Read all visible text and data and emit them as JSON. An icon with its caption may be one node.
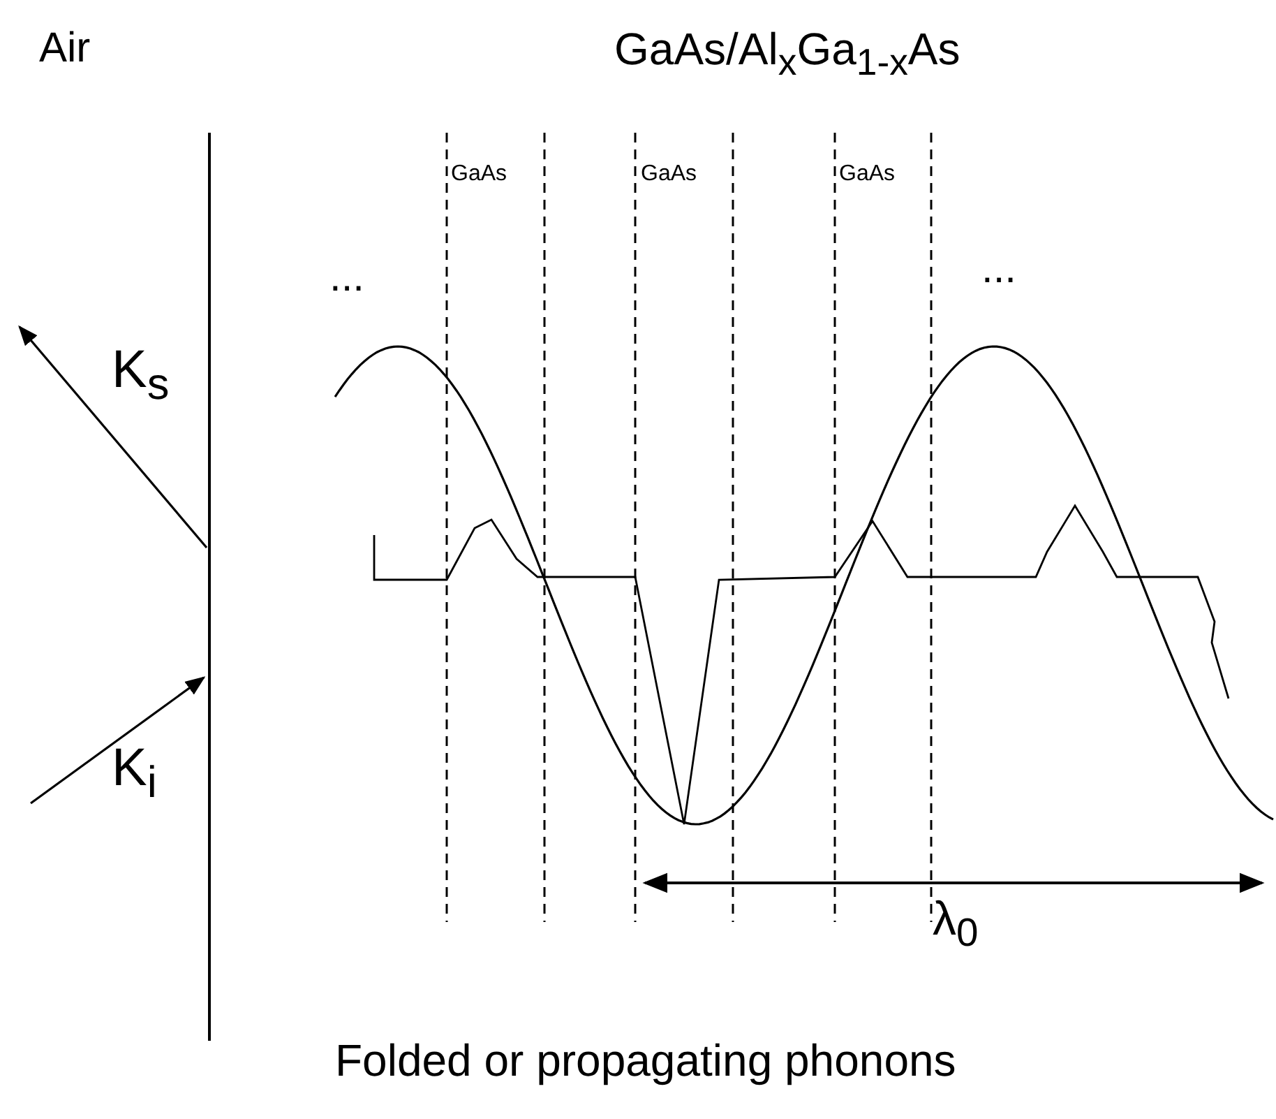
{
  "diagram": {
    "title": "GaAs/Al$_{x}$Ga$_{1-x}$As",
    "caption": "Folded or propagating phonons",
    "labels": [
      "Air",
      "GaAs",
      "GaAs",
      "GaAs",
      "...",
      "...",
      "K$_{s}$",
      "K$_{i}$",
      "λ$_{0}$"
    ]
  }
}
